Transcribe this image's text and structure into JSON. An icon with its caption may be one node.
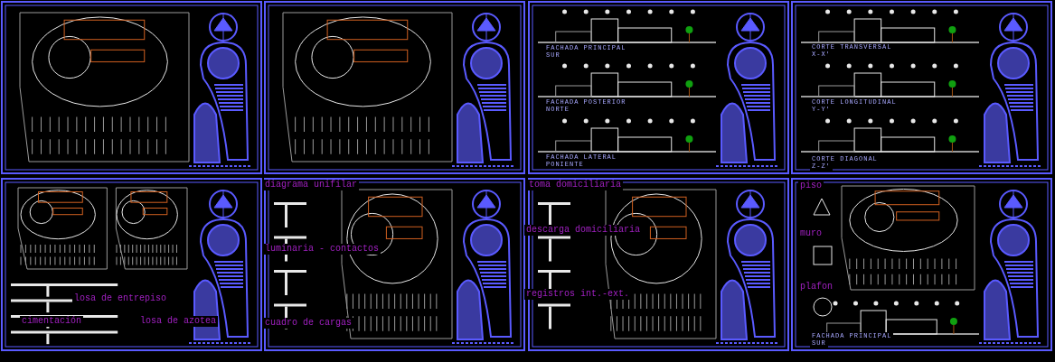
{
  "diagram": {
    "labels": [
      "FACHADA PRINCIPAL",
      "SUR",
      "FACHADA POSTERIOR",
      "NORTE",
      "FACHADA LATERAL",
      "PONIENTE",
      "CORTE TRANSVERSAL",
      "X-X'",
      "CORTE LONGITUDINAL",
      "Y-Y'",
      "CORTE DIAGONAL",
      "Z-Z'",
      "losa de entrepiso",
      "cimentación",
      "losa de azotea",
      "diagrama unifilar",
      "luminaria - contactos",
      "cuadro de cargas",
      "toma domiciliaria",
      "descarga domiciliaria",
      "registros int.-ext.",
      "piso",
      "muro",
      "plafon",
      "FACHADA PRINCIPAL",
      "SUR"
    ]
  }
}
